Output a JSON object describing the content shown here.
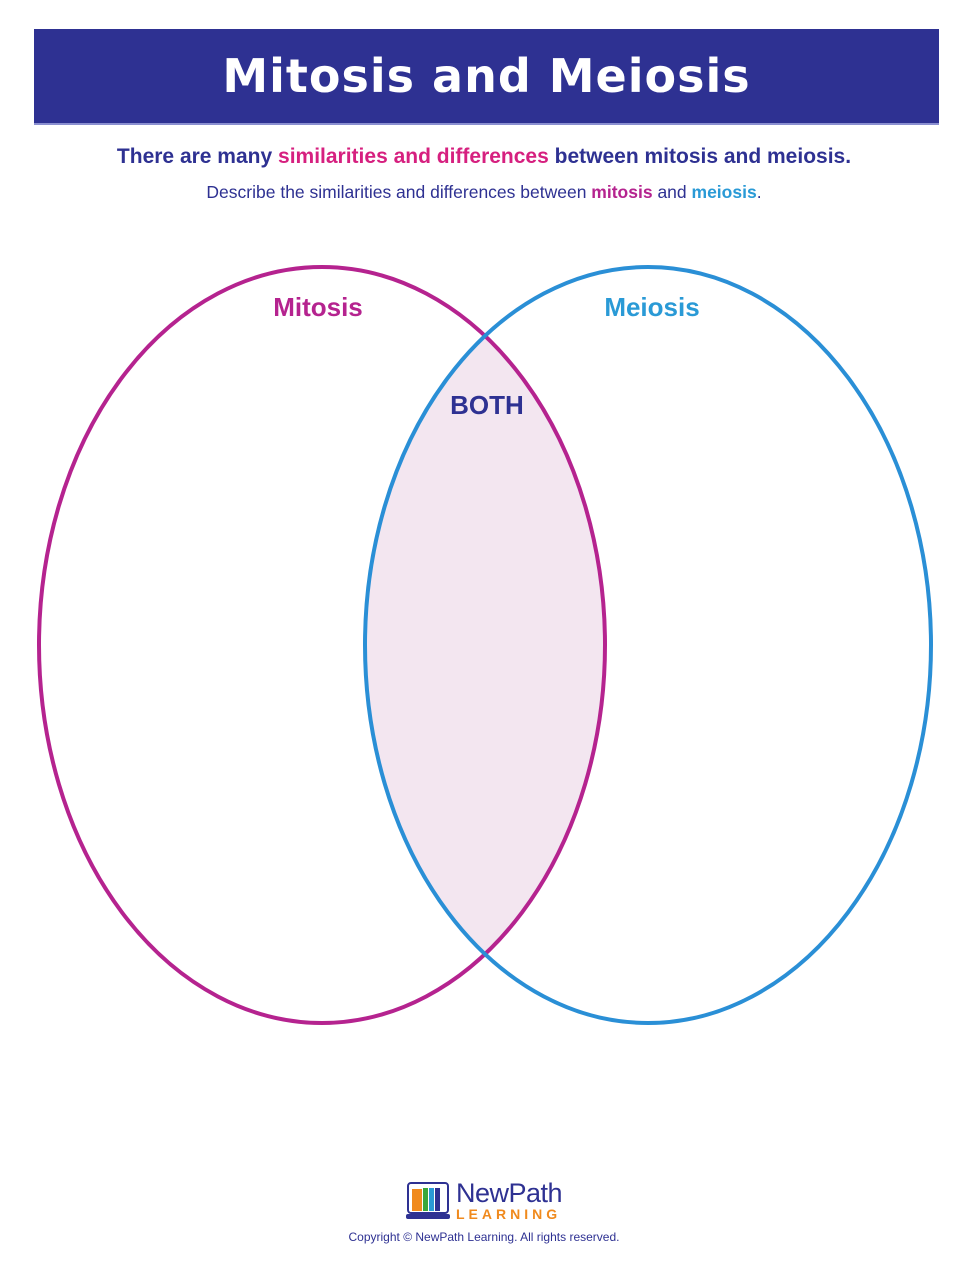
{
  "title": "Mitosis and Meiosis",
  "intro": {
    "part1": "There are many ",
    "highlight": "similarities and differences",
    "part2": " between mitosis and meiosis."
  },
  "instruction": {
    "part1": "Describe the similarities and differences between ",
    "mitosis": "mitosis",
    "and": " and ",
    "meiosis": "meiosis",
    "end": "."
  },
  "venn": {
    "left_label": "Mitosis",
    "right_label": "Meiosis",
    "overlap_label": "BOTH",
    "colors": {
      "left": "#b5238f",
      "right": "#2a8fd6",
      "overlap": "#f3e6f0",
      "label_both": "#2e3192"
    }
  },
  "footer": {
    "brand": "NewPath",
    "brand_sub": "LEARNING",
    "copyright": "Copyright © NewPath Learning.  All rights reserved."
  }
}
